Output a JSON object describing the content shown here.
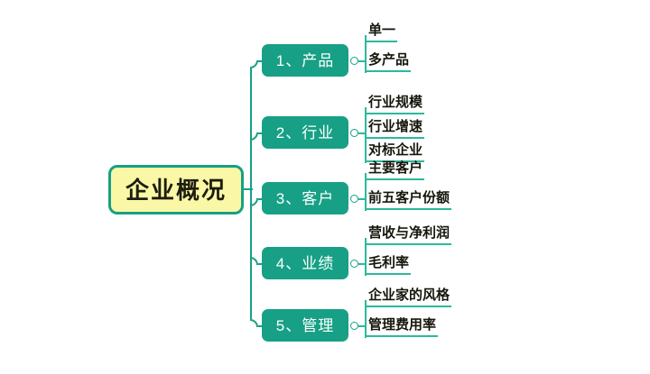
{
  "diagram": {
    "type": "mindmap",
    "title": "企业概况",
    "orientation": "left-to-right",
    "colors": {
      "root_fill": "#faf8a6",
      "root_border": "#16a085",
      "root_text": "#1d1d10",
      "branch_fill": "#17a085",
      "branch_text": "#ffffff",
      "connector": "#16a085",
      "leaf_underline": "#2bb99b",
      "leaf_text": "#16160c",
      "background": "#ffffff"
    }
  },
  "root": {
    "label": "企业概况"
  },
  "branches": [
    {
      "label": "1、产品",
      "leaves": [
        {
          "label": "单一"
        },
        {
          "label": "多产品"
        }
      ]
    },
    {
      "label": "2、行业",
      "leaves": [
        {
          "label": "行业规模"
        },
        {
          "label": "行业增速"
        },
        {
          "label": "对标企业"
        }
      ]
    },
    {
      "label": "3、客户",
      "leaves": [
        {
          "label": "主要客户"
        },
        {
          "label": "前五客户份额"
        }
      ]
    },
    {
      "label": "4、业绩",
      "leaves": [
        {
          "label": "营收与净利润"
        },
        {
          "label": "毛利率"
        }
      ]
    },
    {
      "label": "5、管理",
      "leaves": [
        {
          "label": "企业家的风格"
        },
        {
          "label": "管理费用率"
        }
      ]
    }
  ]
}
